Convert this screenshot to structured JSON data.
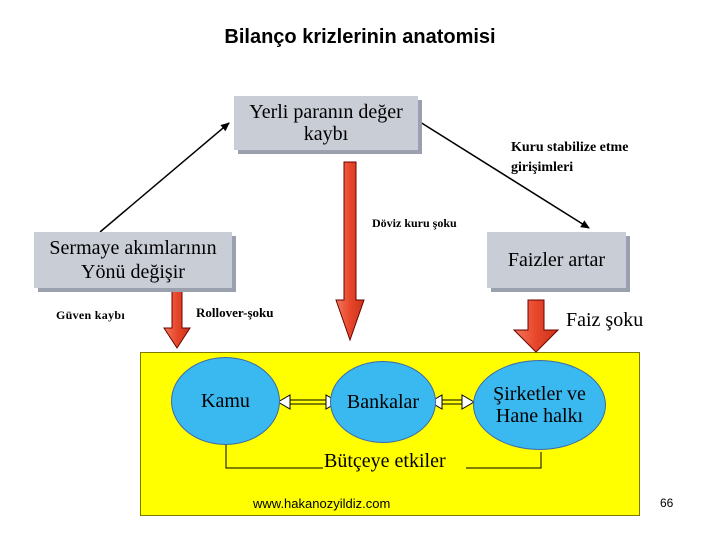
{
  "title": "Bilanço krizlerinin anatomisi",
  "nodes": {
    "yerli": "Yerli paranın değer kaybı",
    "sermaye": "Sermaye akımlarının Yönü değişir",
    "faizler": "Faizler artar",
    "kamu": "Kamu",
    "bankalar": "Bankalar",
    "sirketler": "Şirketler ve Hane halkı"
  },
  "labels": {
    "kuru_stabilize": "Kuru stabilize etme girişimleri",
    "doviz_kuru_soku": "Döviz kuru şoku",
    "guven_kaybi": "Güven kaybı",
    "rollover_soku": "Rollover-şoku",
    "faiz_soku": "Faiz şoku",
    "butceye_etkiler": "Bütçeye etkiler"
  },
  "footer": {
    "url": "www.hakanozyildiz.com",
    "page_number": "66"
  },
  "colors": {
    "box_fill": "#c9cdd6",
    "ellipse_fill": "#3ab8f0",
    "panel_fill": "#ffff00",
    "arrow_fill": "#e8462a"
  }
}
